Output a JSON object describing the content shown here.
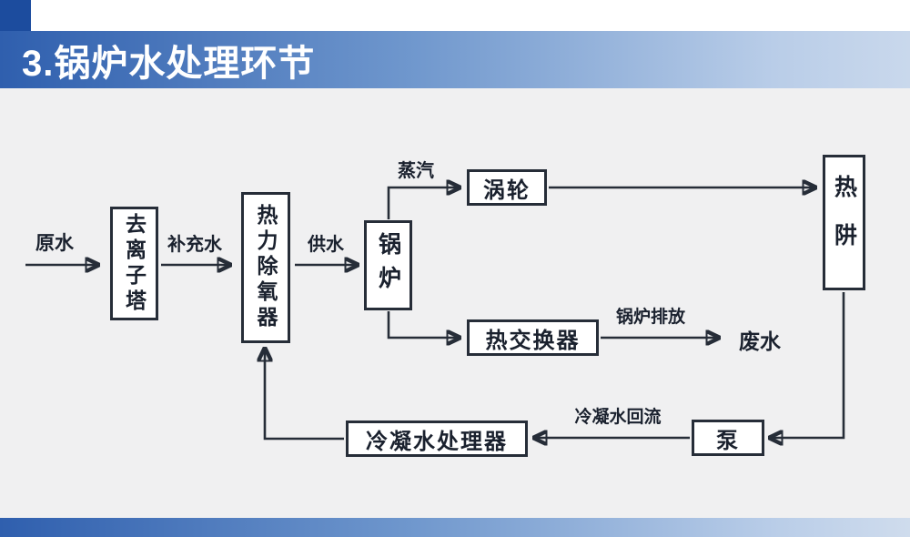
{
  "header": {
    "title": "3.锅炉水处理环节"
  },
  "diagram": {
    "nodes": {
      "deionizer": {
        "label": "去离子塔"
      },
      "deaerator": {
        "label": "热力除氧器"
      },
      "boiler": {
        "label": "锅炉"
      },
      "turbine": {
        "label": "涡轮"
      },
      "heat_sink": {
        "label": "热阱"
      },
      "heat_exchanger": {
        "label": "热交换器"
      },
      "pump": {
        "label": "泵"
      },
      "condensate_polisher": {
        "label": "冷凝水处理器"
      }
    },
    "flow_labels": {
      "raw_water": "原水",
      "makeup_water": "补充水",
      "feed_water": "供水",
      "steam": "蒸汽",
      "boiler_blowdown": "锅炉排放",
      "waste_water": "废水",
      "condensate_return": "冷凝水回流"
    },
    "colors": {
      "box_border": "#262d38",
      "arrow": "#262d38",
      "text": "#1a212e"
    }
  },
  "theme": {
    "header_gradient_start": "#2f5fae",
    "header_gradient_end": "#c9d8ec",
    "corner_square": "#1c4c9e",
    "canvas_background": "#f0f0f1",
    "title_color": "#ffffff"
  }
}
